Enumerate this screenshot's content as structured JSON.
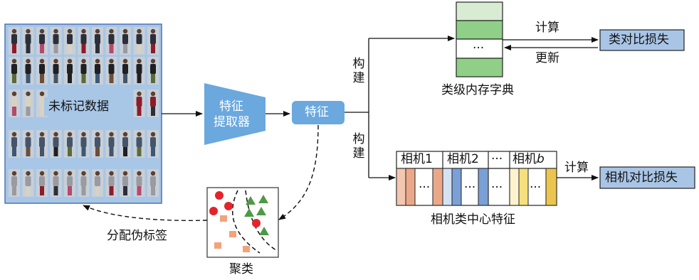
{
  "unlabeled_data": "未标记数据",
  "extractor": {
    "line1": "特征",
    "line2": "提取器"
  },
  "feature": "特征",
  "build_top": "构建",
  "build_bottom": "构建",
  "memory_dict": {
    "label": "类级内存字典",
    "ellipsis": "···"
  },
  "compute_top": "计算",
  "update": "更新",
  "class_contrast_loss": "类对比损失",
  "camera_headers": [
    "相机1",
    "相机2",
    "···",
    "相机b"
  ],
  "camera_cell_ellipsis": "···",
  "camera_center_label": "相机类中心特征",
  "compute_bottom": "计算",
  "camera_contrast_loss": "相机对比损失",
  "clustering": "聚类",
  "assign_pseudo_labels": "分配伪标签",
  "colors": {
    "panel_fill": "#a8c6e6",
    "panel_border": "#4a75b5",
    "box_blue": "#6aa8de",
    "loss_fill": "#a9c5e6",
    "memory_green_light": "#d7ecd3",
    "memory_green": "#8fcf88",
    "cam1": [
      "#f4c7b0",
      "#eba889"
    ],
    "cam2": [
      "#d5e2f3",
      "#7aa0d6"
    ],
    "camb": [
      "#fdf3cf",
      "#f6e07d",
      "#ecc54e"
    ]
  }
}
